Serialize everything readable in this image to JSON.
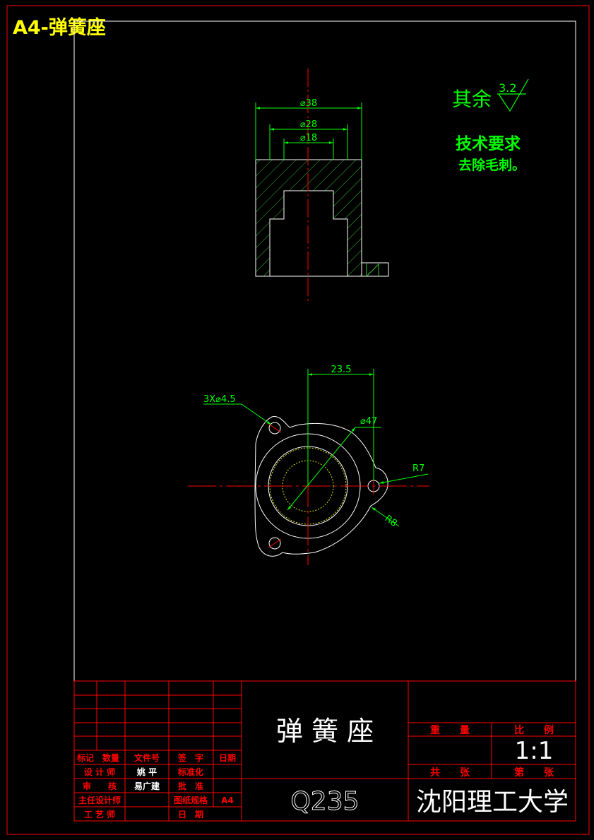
{
  "sheet": {
    "title": "A4-弹簧座"
  },
  "surface_finish": {
    "prefix": "其余",
    "roughness": "3.2"
  },
  "notes": {
    "heading": "技术要求",
    "line1": "去除毛刺。"
  },
  "dimensions": {
    "d38": "⌀38",
    "d28": "⌀28",
    "d18": "⌀18",
    "dist": "23.5",
    "holes": "3X⌀4.5",
    "d47": "⌀47",
    "r7": "R7",
    "r8": "R8"
  },
  "title_block": {
    "part_name": "弹 簧 座",
    "material": "Q235",
    "school": "沈阳理工大学",
    "scale": "1:1",
    "weight_label": "重　　量",
    "ratio_label": "比　　例",
    "total_label": "共　　张",
    "sheet_label": "第　　张",
    "mark_label": "标记",
    "qty_label": "数量",
    "docno_label": "文件号",
    "sign_label": "签　字",
    "date_label": "日期",
    "designer_label": "设 计 师",
    "designer_name": "姚 平",
    "standard_label": "标准化",
    "reviewer_label": "审　　核",
    "reviewer_name": "易广建",
    "approve_label": "批　准",
    "chief_label": "主任设计师",
    "format_label": "图纸规格",
    "format_value": "A4",
    "process_label": "工 艺 师",
    "day_label": "日　期"
  }
}
